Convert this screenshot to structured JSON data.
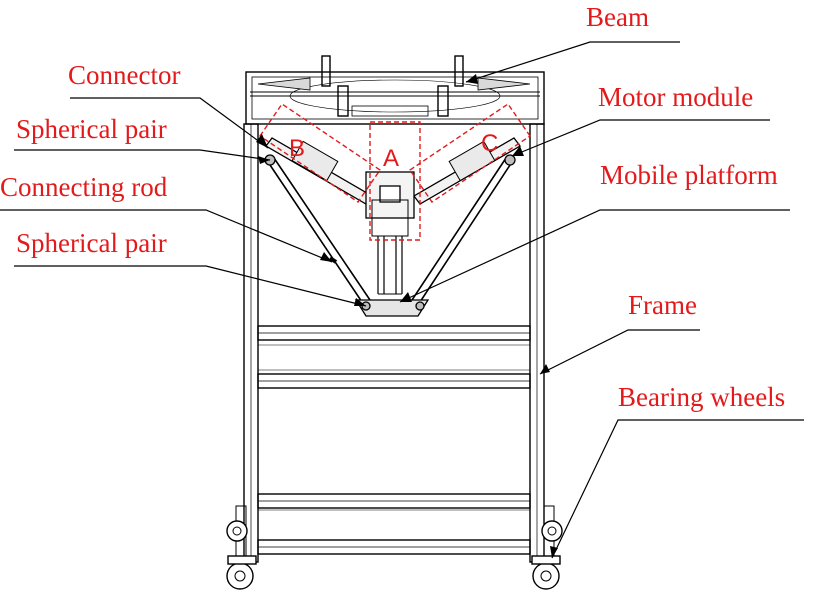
{
  "labels": {
    "beam": "Beam",
    "connector": "Connector",
    "motor_module": "Motor module",
    "spherical_pair_top": "Spherical pair",
    "mobile_platform": "Mobile platform",
    "connecting_rod": "Connecting rod",
    "spherical_pair_bottom": "Spherical pair",
    "frame": "Frame",
    "bearing_wheels": "Bearing wheels"
  },
  "zones": {
    "a": "A",
    "b": "B",
    "c": "C"
  },
  "colors": {
    "label": "#e31a1c",
    "line": "#000000",
    "zone_box": "#e31a1c"
  }
}
